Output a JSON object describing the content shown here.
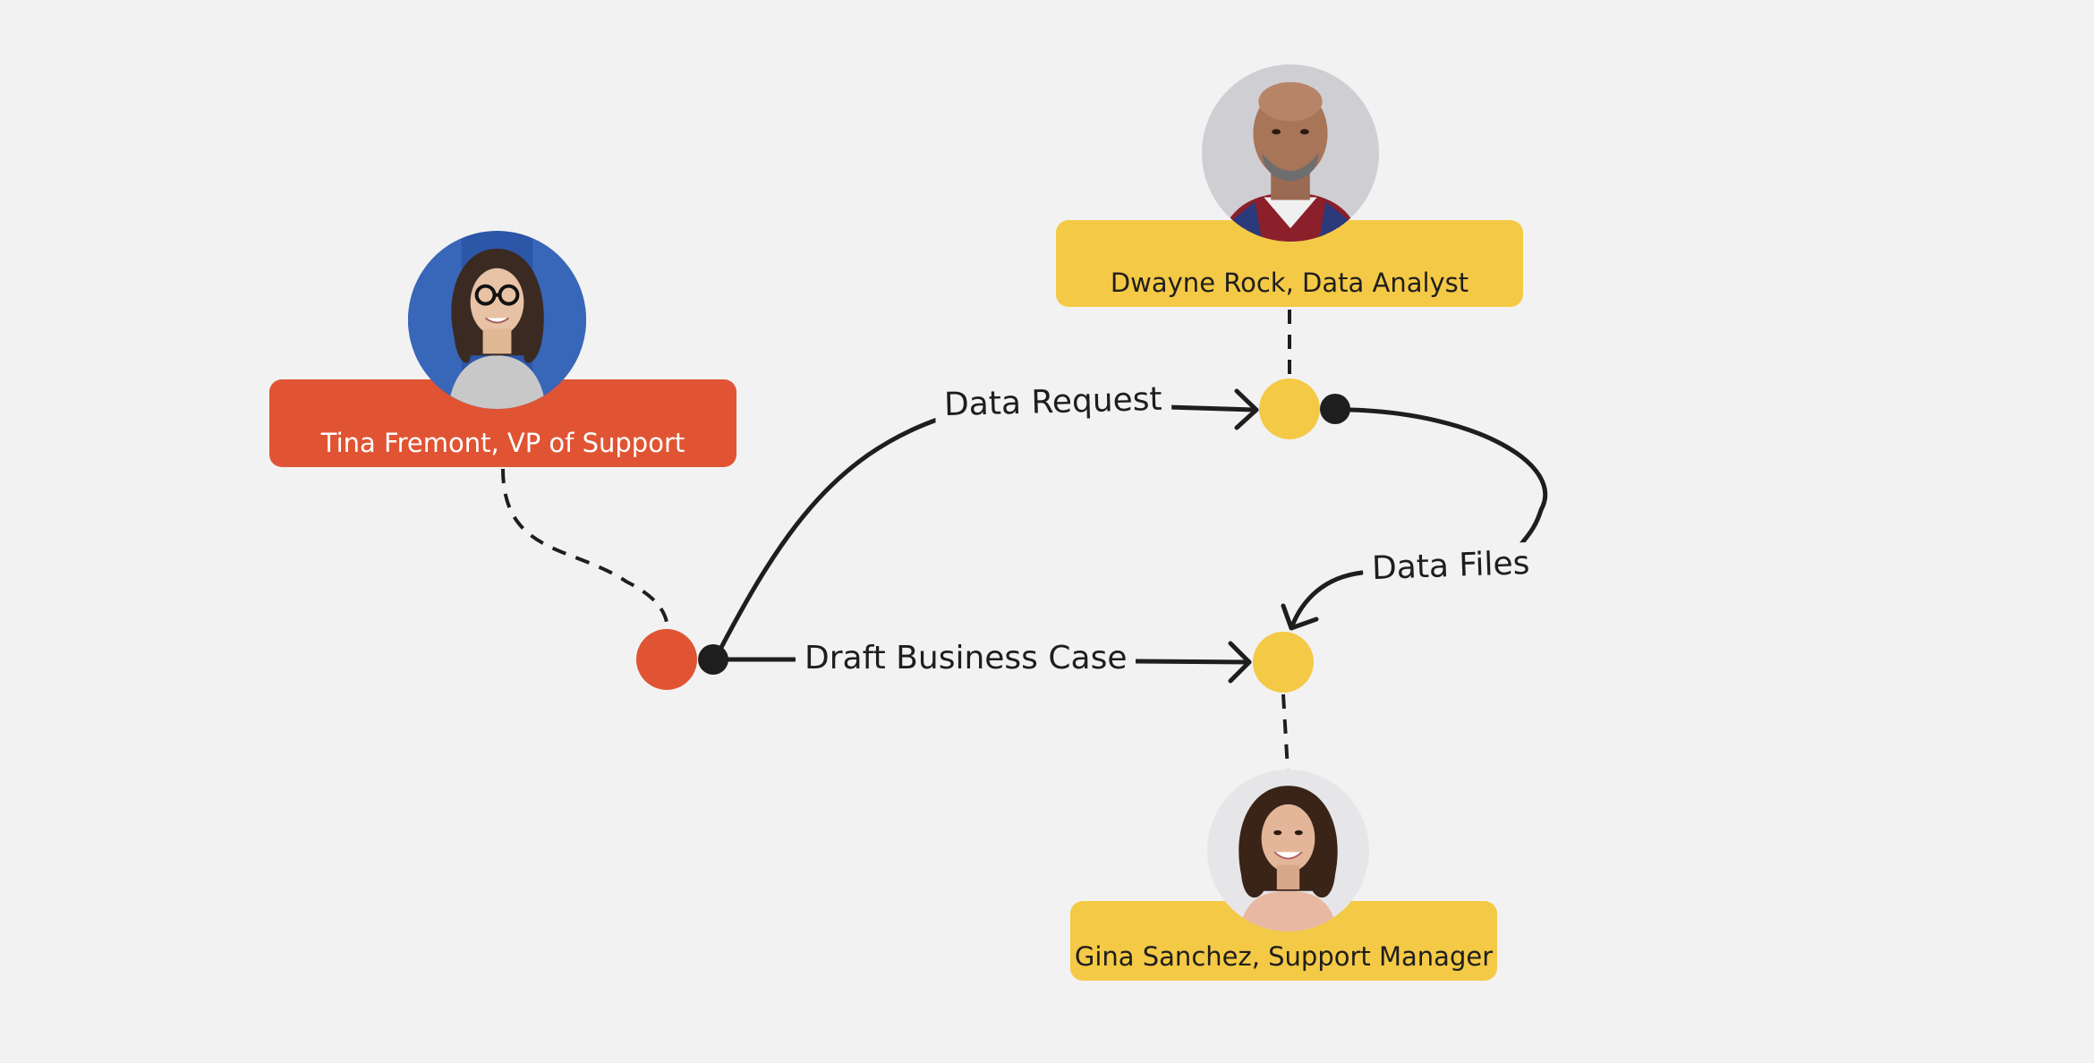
{
  "people": {
    "tina": {
      "label": "Tina Fremont, VP of Support"
    },
    "dwayne": {
      "label": "Dwayne Rock, Data Analyst"
    },
    "gina": {
      "label": "Gina Sanchez, Support Manager"
    }
  },
  "edges": {
    "data_request": "Data Request",
    "draft_business_case": "Draft Business Case",
    "data_files": "Data Files"
  },
  "colors": {
    "background": "#f2f2f2",
    "orange": "#e05433",
    "yellow": "#f4c945",
    "line": "#1e1e1e"
  },
  "icons": {
    "avatar": "person-photo",
    "connector": "dot",
    "arrowhead": "arrow"
  }
}
